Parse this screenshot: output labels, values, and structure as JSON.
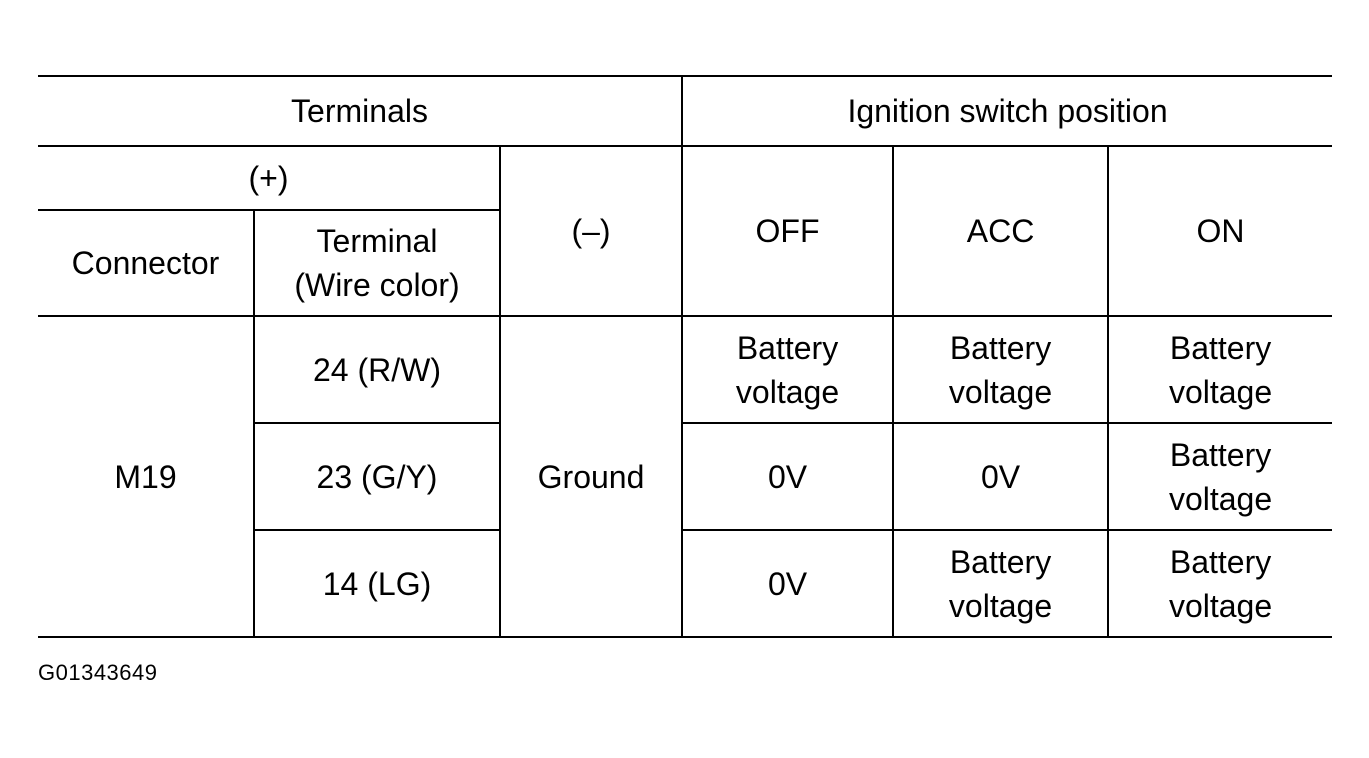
{
  "table": {
    "header": {
      "terminals": "Terminals",
      "ignition_switch_position": "Ignition switch position",
      "plus": "(+)",
      "minus": "(–)",
      "connector": "Connector",
      "terminal_line1": "Terminal",
      "terminal_line2": "(Wire color)",
      "off": "OFF",
      "acc": "ACC",
      "on": "ON"
    },
    "connector": "M19",
    "ground": "Ground",
    "rows": [
      {
        "terminal": "24 (R/W)",
        "off": [
          "Battery",
          "voltage"
        ],
        "acc": [
          "Battery",
          "voltage"
        ],
        "on": [
          "Battery",
          "voltage"
        ]
      },
      {
        "terminal": "23 (G/Y)",
        "off": [
          "0V",
          ""
        ],
        "acc": [
          "0V",
          ""
        ],
        "on": [
          "Battery",
          "voltage"
        ]
      },
      {
        "terminal": "14 (LG)",
        "off": [
          "0V",
          ""
        ],
        "acc": [
          "Battery",
          "voltage"
        ],
        "on": [
          "Battery",
          "voltage"
        ]
      }
    ]
  },
  "figure_id": "G01343649"
}
